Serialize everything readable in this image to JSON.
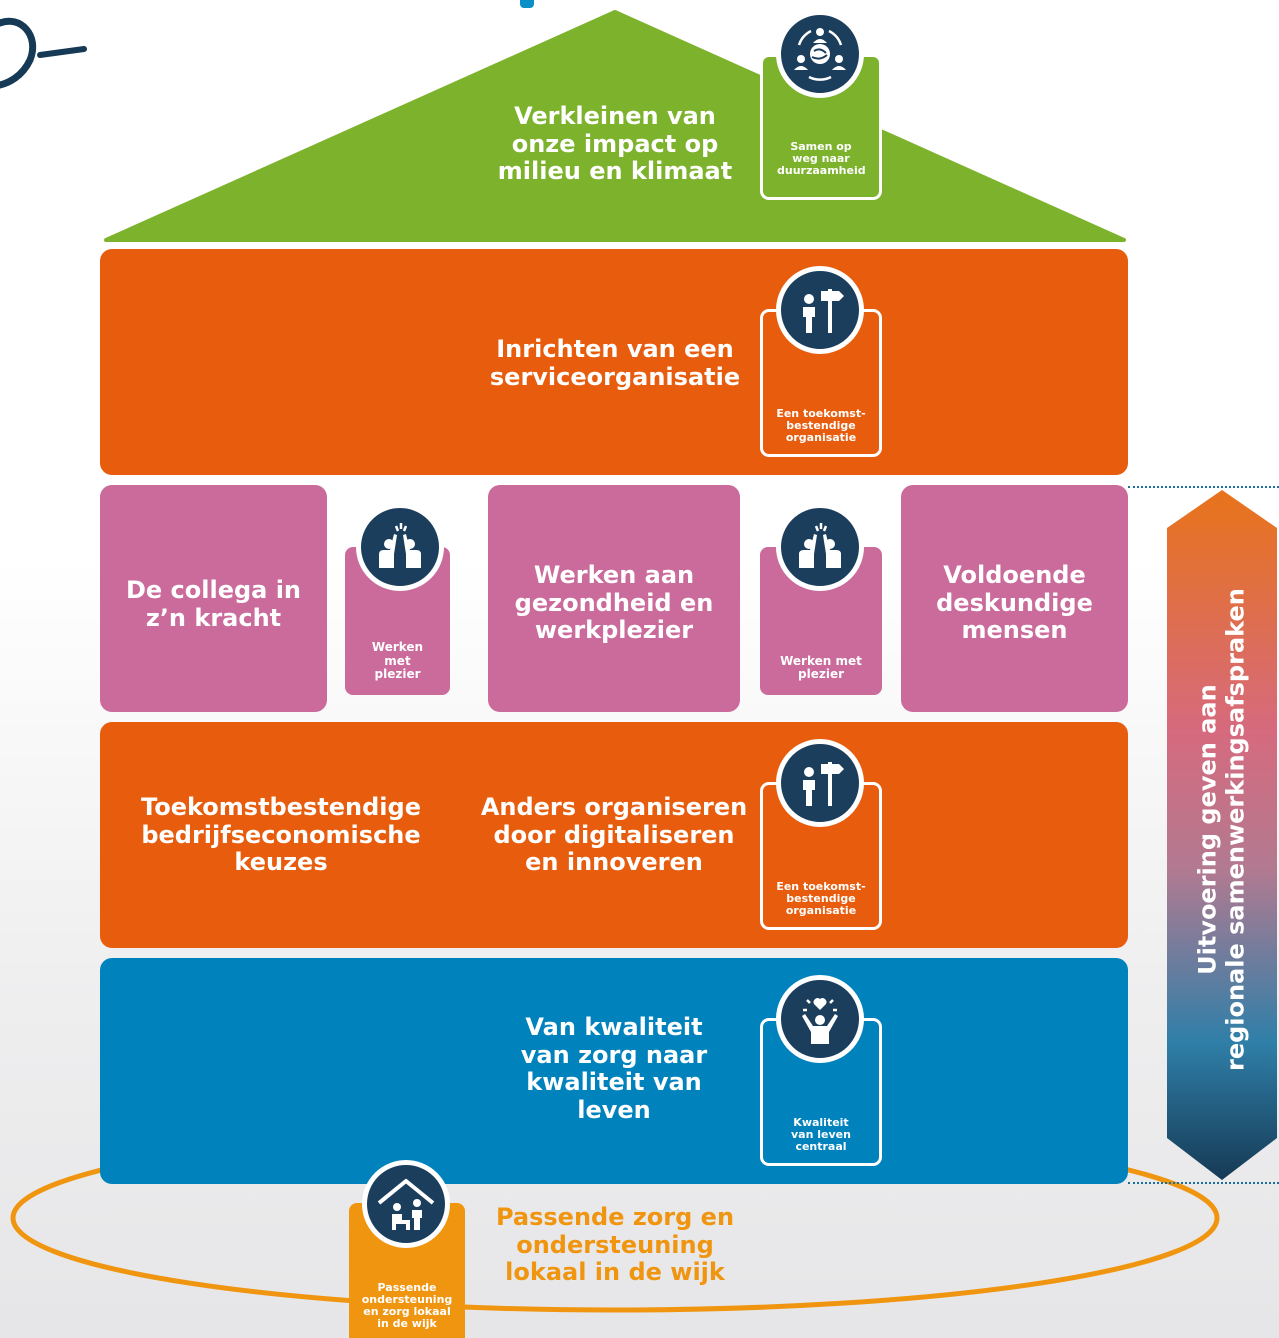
{
  "roof": {
    "title": "Verkleinen van onze impact op milieu en klimaat",
    "card_label": "Samen op weg naar duurzaamheid",
    "icon": "people-globe-icon"
  },
  "row_service": {
    "title": "Inrichten van een serviceorganisatie",
    "card_label": "Een toekomst-bestendige organisatie",
    "icon": "person-signpost-icon"
  },
  "row_people": {
    "left_title": "De collega in z’n kracht",
    "middle_title": "Werken aan gezondheid en werkplezier",
    "right_title": "Voldoende deskundige mensen",
    "card_label_1": "Werken met plezier",
    "card_label_2": "Werken met plezier",
    "icon": "high-five-icon"
  },
  "row_organise": {
    "left_title": "Toekomstbestendige bedrijfseconomische keuzes",
    "middle_title": "Anders organiseren door digitaliseren en innoveren",
    "card_label": "Een toekomst-bestendige organisatie",
    "icon": "person-signpost-icon"
  },
  "row_quality": {
    "title": "Van kwaliteit van zorg naar kwaliteit van leven",
    "card_label": "Kwaliteit van leven centraal",
    "icon": "person-heart-icon"
  },
  "foundation": {
    "title": "Passende zorg en ondersteuning lokaal in de wijk",
    "card_label": "Passende ondersteuning en zorg lokaal in de wijk",
    "icon": "house-care-icon"
  },
  "side_banner": {
    "line1": "Uitvoering geven aan",
    "line2": "regionale samenwerkingsafspraken"
  },
  "colors": {
    "green": "#7db22c",
    "orange": "#e85c0d",
    "pink": "#ca6b9b",
    "blue": "#0082bd",
    "navy": "#163a55",
    "ring": "#f0950f"
  }
}
